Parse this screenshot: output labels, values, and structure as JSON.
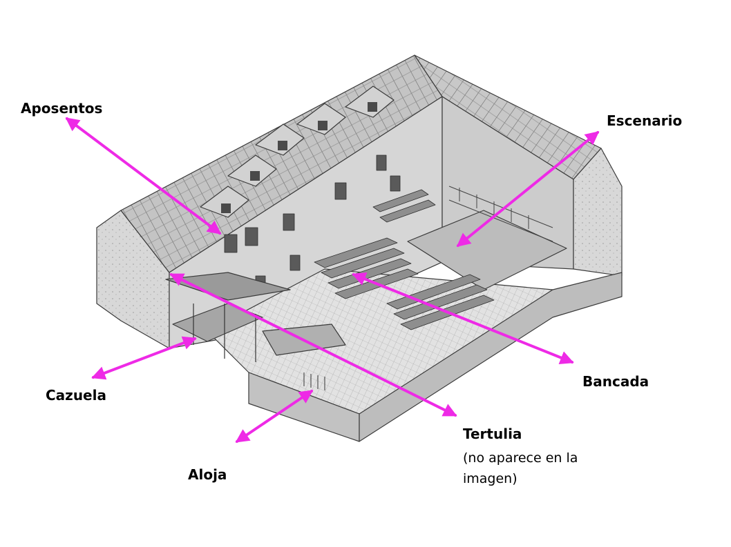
{
  "labels": {
    "aposentos": "Aposentos",
    "escenario": "Escenario",
    "bancada": "Bancada",
    "cazuela": "Cazuela",
    "aloja": "Aloja",
    "tertulia": "Tertulia",
    "tertulia_note": "(no aparece en la imagen)"
  },
  "colors": {
    "arrow": "#ee2ae6",
    "ink": "#3a3a3a",
    "wall": "#cfcfcf",
    "wall_dark": "#a8a8a8",
    "roof": "#bdbdbd",
    "floor": "#e4e4e4"
  }
}
